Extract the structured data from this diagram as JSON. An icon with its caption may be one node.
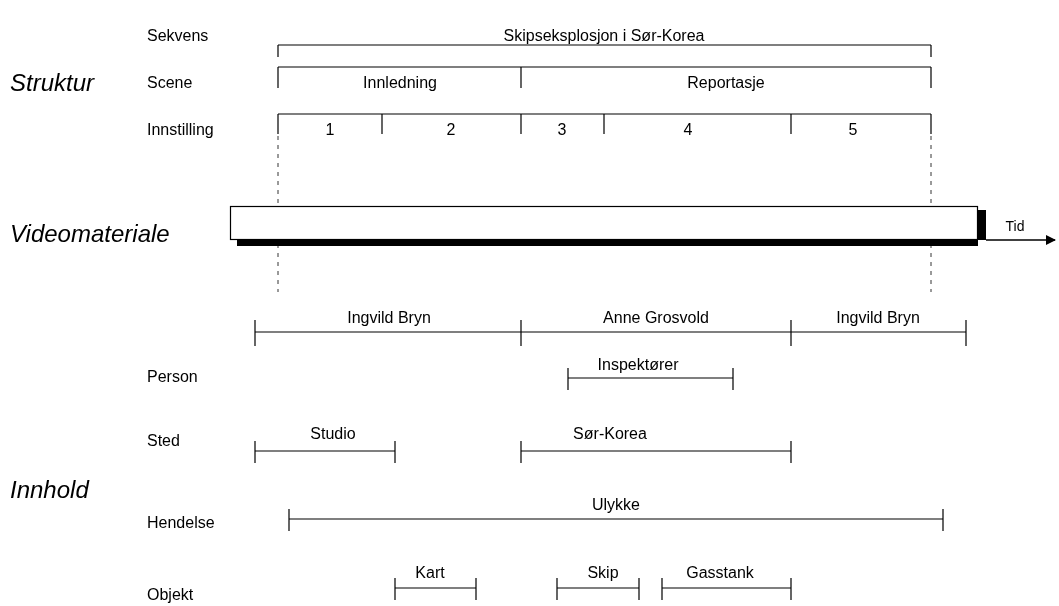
{
  "diagram": {
    "labels": [
      "Sekvens",
      "Skipseksplosjon i Sør-Korea",
      "Struktur",
      "Scene",
      "Innledning",
      "Reportasje",
      "Innstilling",
      "1",
      "2",
      "3",
      "4",
      "5",
      "Videomateriale",
      "Tid",
      "Ingvild Bryn",
      "Anne Grosvold",
      "Ingvild Bryn",
      "Person",
      "Inspektører",
      "Sted",
      "Studio",
      "Sør-Korea",
      "Innhold",
      "Hendelse",
      "Ulykke",
      "Objekt",
      "Kart",
      "Skip",
      "Gasstank"
    ]
  }
}
